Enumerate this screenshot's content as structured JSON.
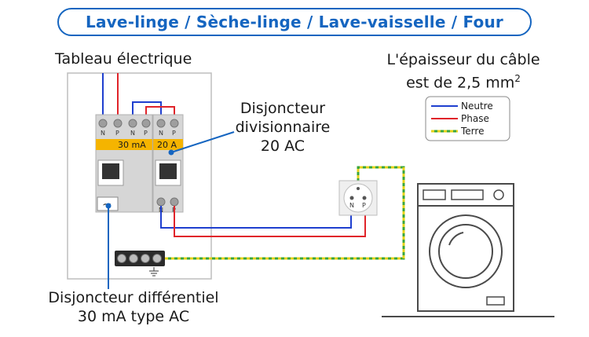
{
  "title": "Lave-linge / Sèche-linge / Lave-vaisselle / Four",
  "labels": {
    "panel": "Tableau électrique",
    "cable_line1": "L'épaisseur du câble",
    "cable_line2": "est de 2,5 mm",
    "cable_sup": "2",
    "divisionnaire_line1": "Disjoncteur",
    "divisionnaire_line2": "divisionnaire",
    "divisionnaire_line3": "20 AC",
    "differentiel_line1": "Disjoncteur différentiel",
    "differentiel_line2": "30 mA type AC"
  },
  "legend": {
    "neutre": "Neutre",
    "phase": "Phase",
    "terre": "Terre"
  },
  "breaker": {
    "rating_diff": "30 mA",
    "rating_div": "20 A",
    "terminal_n": "N",
    "terminal_p": "P",
    "symbol": "~"
  },
  "colors": {
    "neutre": "#1f3fcf",
    "phase": "#e0242a",
    "terre_green": "#3aa63a",
    "terre_yellow": "#e6d21a",
    "accent": "#1565c0",
    "badge": "#f5b400"
  }
}
